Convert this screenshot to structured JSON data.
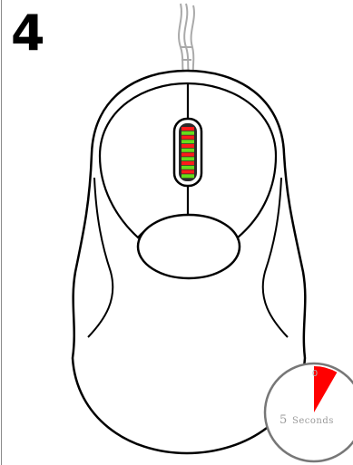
{
  "step": {
    "number": "4"
  },
  "timer": {
    "top_mark": "0",
    "value": "5",
    "unit": "Seconds",
    "elapsed_fraction": 0.083
  },
  "scroll_wheel": {
    "segment_pattern": [
      "red",
      "green",
      "red",
      "green",
      "red",
      "green",
      "red",
      "green",
      "red",
      "green",
      "red",
      "green"
    ]
  },
  "colors": {
    "outline": "#000000",
    "wheel_red": "#ff1a1a",
    "wheel_green": "#66dd1a",
    "timer_wedge": "#ff0000",
    "timer_text": "#9a9a9a",
    "cable": "#aaaaaa"
  }
}
